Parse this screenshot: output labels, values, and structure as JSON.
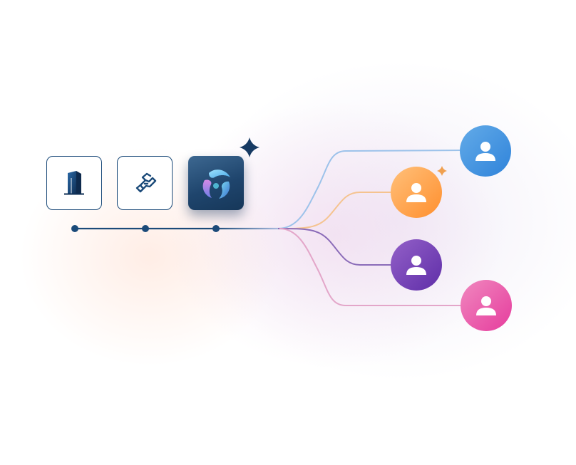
{
  "flow": {
    "stages": [
      {
        "id": "building",
        "icon": "building-icon"
      },
      {
        "id": "handshake",
        "icon": "handshake-icon"
      },
      {
        "id": "platform",
        "icon": "platform-logo-icon"
      }
    ],
    "recipients": [
      {
        "id": "user-blue",
        "icon": "user-icon",
        "color": "#3a8fe0"
      },
      {
        "id": "user-orange",
        "icon": "user-icon",
        "color": "#ff9a3c",
        "highlight": "sparkle-icon"
      },
      {
        "id": "user-purple",
        "icon": "user-icon",
        "color": "#7a45b8"
      },
      {
        "id": "user-pink",
        "icon": "user-icon",
        "color": "#e64aa2"
      }
    ]
  },
  "colors": {
    "navy": "#1b4a79",
    "sparkle": "#173a63",
    "sparkle_small": "#f0a050",
    "branch_blue": "#9cc2ea",
    "branch_orange": "#f5c38f",
    "branch_purple": "#8a6bb8",
    "branch_pink": "#e3a6c9"
  }
}
